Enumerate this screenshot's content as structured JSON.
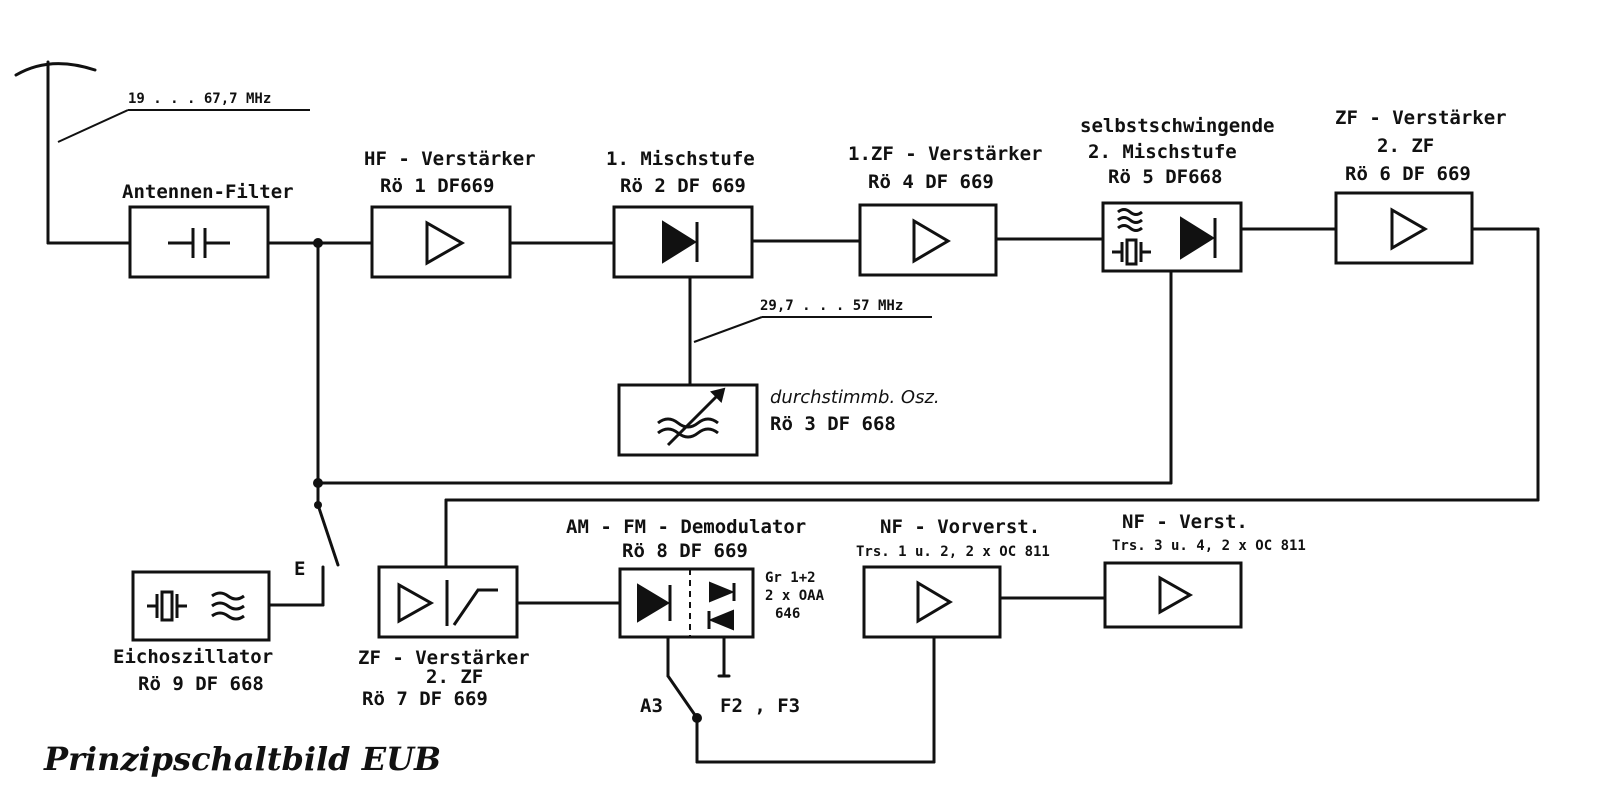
{
  "title": "Prinzipschaltbild EUB",
  "antenna_range": "19 . . . 67,7 MHz",
  "osc_range": "29,7 . . . 57 MHz",
  "blocks": {
    "antennen_filter": {
      "line1": "Antennen-Filter"
    },
    "hf_verstaerker": {
      "line1": "HF - Verstärker",
      "line2": "Rö 1  DF669"
    },
    "mischstufe1": {
      "line1": "1. Mischstufe",
      "line2": "Rö 2  DF 669"
    },
    "zf_verstaerker1": {
      "line1": "1.ZF - Verstärker",
      "line2": "Rö 4  DF 669"
    },
    "mischstufe2": {
      "line1": "selbstschwingende",
      "line2": "2. Mischstufe",
      "line3": "Rö 5 DF668"
    },
    "zf_verstaerker2": {
      "line1": "ZF - Verstärker",
      "line2": "2. ZF",
      "line3": "Rö 6  DF 669"
    },
    "oszillator": {
      "line1": "durchstimmb. Osz.",
      "line2": "Rö 3  DF 668"
    },
    "eichoszillator": {
      "line1": "Eichoszillator",
      "line2": "Rö 9  DF 668"
    },
    "zf_verstaerker7": {
      "line1": "ZF - Verstärker",
      "line2": "2. ZF",
      "line3": "Rö 7  DF 669"
    },
    "demodulator": {
      "line1": "AM - FM - Demodulator",
      "line2": "Rö 8  DF 669",
      "side1": "Gr 1+2",
      "side2": "2 x OAA",
      "side3": "646"
    },
    "nf_vorverst": {
      "line1": "NF - Vorverst.",
      "line2": "Trs. 1 u. 2,  2 x OC 811"
    },
    "nf_verst": {
      "line1": "NF - Verst.",
      "line2": "Trs. 3 u. 4,  2 x OC 811"
    }
  },
  "switch_labels": {
    "e": "E",
    "a3": "A3",
    "f": "F2 , F3"
  }
}
